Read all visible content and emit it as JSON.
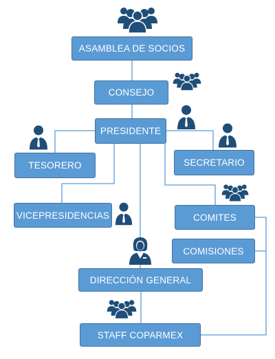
{
  "org_chart": {
    "nodes": {
      "asamblea": "ASAMBLEA DE SOCIOS",
      "consejo": "CONSEJO",
      "presidente": "PRESIDENTE",
      "tesorero": "TESORERO",
      "secretario": "SECRETARIO",
      "vicepresidencias": "VICEPRESIDENCIAS",
      "comites": "COMITES",
      "comisiones": "COMISIONES",
      "direccion": "DIRECCIÓN GENERAL",
      "staff": "STAFF COPARMEX"
    },
    "icons": {
      "asamblea": "group-icon",
      "consejo": "group-icon",
      "presidente": "person-icon",
      "tesorero": "person-icon",
      "secretario": "person-icon",
      "vicepresidencias": "person-icon",
      "comites": "group-icon",
      "direccion": "woman-icon",
      "staff": "group-icon"
    },
    "colors": {
      "box_fill": "#5b9bd5",
      "box_border": "#41719c",
      "icon": "#1f4e79",
      "connector": "#5b9bd5"
    }
  }
}
